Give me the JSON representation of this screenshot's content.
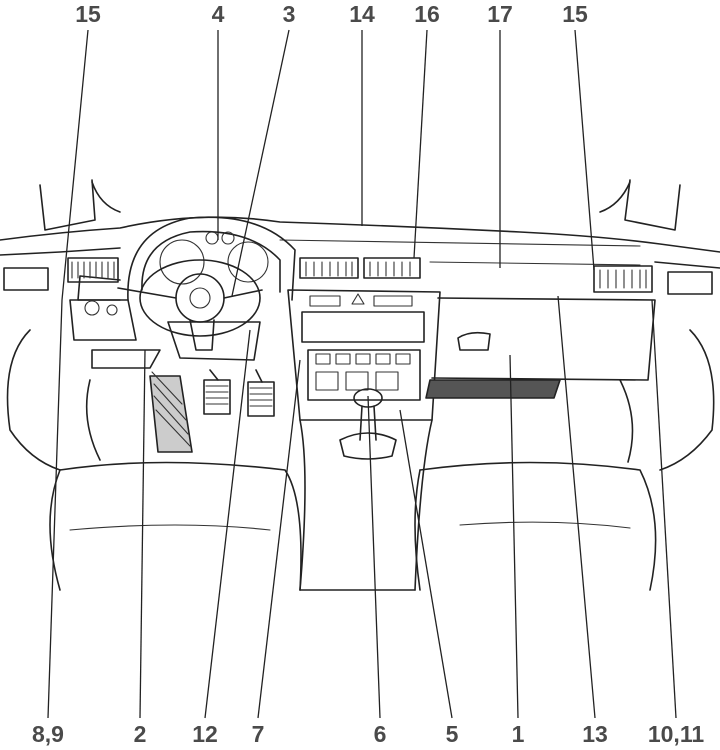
{
  "callouts": [
    {
      "id": "top-15-left",
      "text": "15"
    },
    {
      "id": "top-4",
      "text": "4"
    },
    {
      "id": "top-3",
      "text": "3"
    },
    {
      "id": "top-14",
      "text": "14"
    },
    {
      "id": "top-16",
      "text": "16"
    },
    {
      "id": "top-17",
      "text": "17"
    },
    {
      "id": "top-15-right",
      "text": "15"
    },
    {
      "id": "bot-89",
      "text": "8,9"
    },
    {
      "id": "bot-2",
      "text": "2"
    },
    {
      "id": "bot-12",
      "text": "12"
    },
    {
      "id": "bot-7",
      "text": "7"
    },
    {
      "id": "bot-6",
      "text": "6"
    },
    {
      "id": "bot-5",
      "text": "5"
    },
    {
      "id": "bot-1",
      "text": "1"
    },
    {
      "id": "bot-13",
      "text": "13"
    },
    {
      "id": "bot-1011",
      "text": "10,11"
    }
  ]
}
